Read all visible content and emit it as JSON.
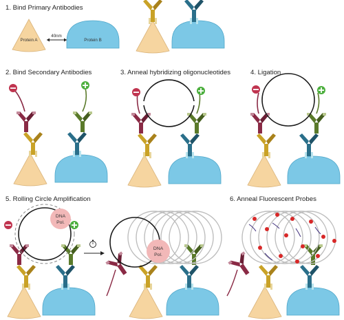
{
  "steps": [
    {
      "number": "1.",
      "title": "Bind Primary Antibodies"
    },
    {
      "number": "2.",
      "title": "Bind Secondary Antibodies"
    },
    {
      "number": "3.",
      "title": "Anneal hybridizing oligonucleotides"
    },
    {
      "number": "4.",
      "title": "Ligation"
    },
    {
      "number": "5.",
      "title": "Rolling Circle Amplification"
    },
    {
      "number": "6.",
      "title": "Anneal Fluorescent Probes"
    }
  ],
  "labels": {
    "protein_a": "Protein A",
    "protein_b": "Protein B",
    "distance": "40nm",
    "dna_pol_line1": "DNA",
    "dna_pol_line2": "Pol."
  },
  "icons": {
    "minus": "minus-sign-icon",
    "plus": "plus-sign-icon",
    "timer": "stopwatch-icon",
    "arrow": "right-arrow-icon"
  },
  "colors": {
    "protein_a": "#f6d5a0",
    "protein_b": "#7cc8e6",
    "primary_ab_a": "#c9a227",
    "primary_ab_b": "#2a6f8a",
    "secondary_minus": "#8a2a45",
    "secondary_plus": "#5a7a2a",
    "minus_badge": "#c0344f",
    "plus_badge": "#4caf3e",
    "dna_pol": "#f2b8b8",
    "fluor_probe": "#d82828",
    "rca_product": "#bdbdbd"
  }
}
